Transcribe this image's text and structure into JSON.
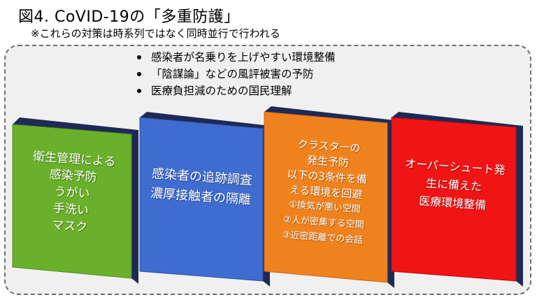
{
  "title": "図4. CoVID-19の「多重防護」",
  "subtitle": "※これらの対策は時系列ではなく同時並行で行われる",
  "bullets": [
    "感染者が名乗りを上げやすい環境整備",
    "「陰謀論」などの風評被害の予防",
    "医療負担減のための国民理解"
  ],
  "panels": [
    {
      "color": "#6ab02b",
      "lines": [
        "衛生管理による",
        "感染予防",
        "うがい",
        "手洗い",
        "マスク"
      ]
    },
    {
      "color": "#3f6cd0",
      "lines": [
        "感染者の追跡調査",
        "濃厚接触者の隔離"
      ]
    },
    {
      "color": "#f0821e",
      "lines": [
        "クラスターの",
        "発生予防",
        "以下の3条件を備",
        "える環境を回避",
        "①換気が悪い空間",
        "②人が密集する空間",
        "③近密距離での会話"
      ]
    },
    {
      "color": "#f01414",
      "lines": [
        "オーバーシュート発",
        "生に備えた",
        "医療環境整備"
      ]
    }
  ]
}
